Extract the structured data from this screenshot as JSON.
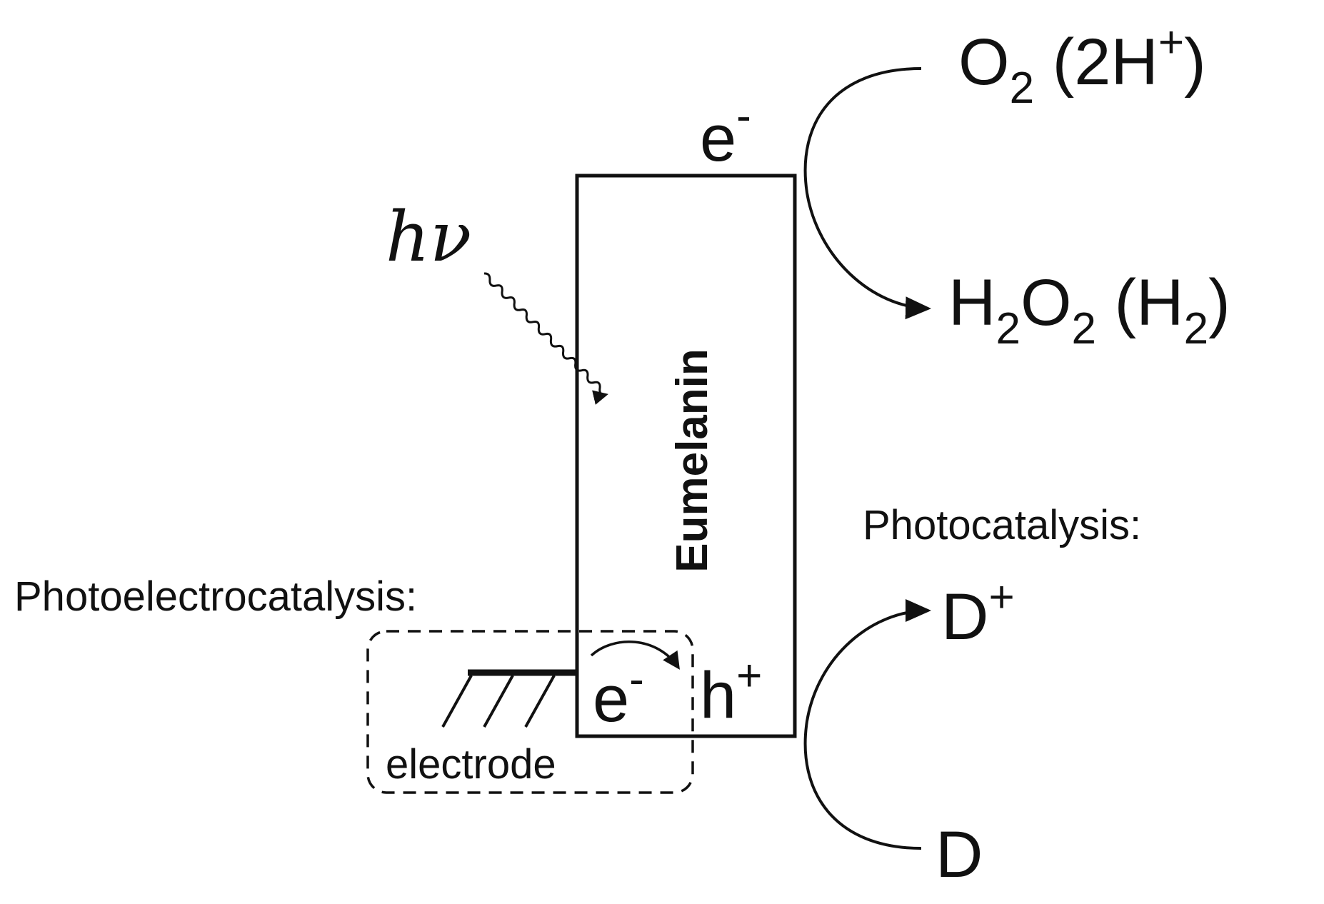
{
  "material": {
    "label": "Eumelanin"
  },
  "light": {
    "symbol": "hν"
  },
  "carriers": {
    "electron_top": {
      "base": "e",
      "sup": "-"
    },
    "electron_bottom": {
      "base": "e",
      "sup": "-"
    },
    "hole": {
      "base": "h",
      "sup": "+"
    }
  },
  "reduction": {
    "reactant": {
      "prefix": "O",
      "sub": "2",
      "suffix_open": " (2H",
      "sup": "+",
      "suffix_close": ")"
    },
    "product": {
      "p1": "H",
      "s1": "2",
      "p2": "O",
      "s2": "2",
      "p3": " (H",
      "s3": "2",
      "p4": ")"
    }
  },
  "oxidation": {
    "product": {
      "base": "D",
      "sup": "+"
    },
    "reactant": {
      "base": "D"
    }
  },
  "labels": {
    "photocatalysis": "Photocatalysis:",
    "photoelectrocatalysis": "Photoelectrocatalysis:",
    "electrode": "electrode"
  },
  "colors": {
    "ink": "#111111",
    "background": "#ffffff"
  }
}
